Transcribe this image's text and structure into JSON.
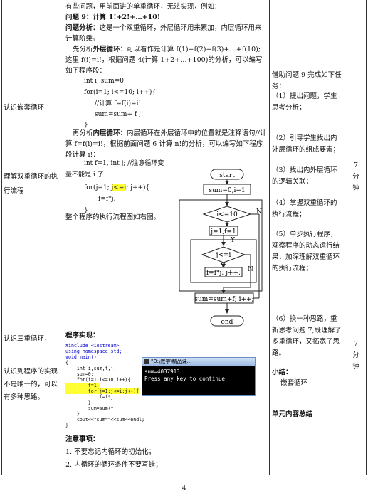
{
  "left_col": {
    "item1": "认识嵌套循环",
    "item2": "理解双重循环的执行流程",
    "item3": "认识三重循环，",
    "item4": "认识到程序的实现不是唯一的，可以有多种思路。"
  },
  "main": {
    "intro": "有些问题，用前面讲的单重循环，无法实现，例如：",
    "problem9": "问题 9：计算 1!+2!+…+10!",
    "analysis_label": "问题分析：",
    "analysis": "这是一个双重循环，外层循环用来累加，内层循环用来计算阶乘。",
    "outer_p1": "先分析",
    "outer_bold": "外层循环",
    "outer_p2": "：可以看作是计算 f(1)+f(2)+f(3)+…+f(10);这里 f(i)=i!，根据问题 4(计算 1+2+…+100)的分析，可以编写如下程序段：",
    "code1": [
      "int i, sum=0;",
      "for(i=1; i<=10; i++){",
      "//计算 f=f(i)=i!",
      "sum=sum+ f ;",
      "}"
    ],
    "inner_p1": "再分析",
    "inner_bold": "内层循环",
    "inner_p2": "：内层循环在外层循环中的位置就是注释语句//计算 f=f(i)=i!，根据前面问题 6 计算 n!的分析，可以编写如下程序段计算 i!：",
    "code2_line1": "int  f=1,  int  j;   //注意循环变",
    "code2_line2": "量不能是 i 了",
    "code2_for_a": "for(j=1; ",
    "code2_for_hl": "j<=i",
    "code2_for_b": "; j++){",
    "code2_body": "f=f*j;",
    "code2_close": "}",
    "flow_note": "整个程序的执行流程图如右图。",
    "impl_label": "程序实现：",
    "code3": [
      "#include <iostream>",
      "using namespace std;",
      "void main()",
      "{",
      "    int i,sum,f,j;",
      "    sum=0;",
      "    for(i=1;i<=10;i++){",
      "        f=1;",
      "        for(j=1;j<=i;j++){",
      "            f=f*j;",
      "        }",
      "        sum=sum+f;",
      "    }",
      "    cout<<\"sum=\"<<sum<<endl;",
      "}"
    ],
    "console": {
      "title": "\"D:\\教学\\精品课...",
      "line1": "sum=4037913",
      "line2": "Press any key to continue"
    },
    "notes_label": "注意事项：",
    "note1": "1.  不要忘记内循环的初始化；",
    "note2": "2.  内循环的循环条件不要写错；"
  },
  "flowchart": {
    "start": "start",
    "init": "sum=0,i=1",
    "cond_outer": "i<=10",
    "init_inner": "j=1,f=1",
    "y1": "Y",
    "cond_inner": "j<=i",
    "y2": "Y",
    "body_inner": "f=f*j; j++;",
    "n_inner": "N",
    "body_outer": "sum=sum+f; i++;",
    "n_outer": "N",
    "end": "end"
  },
  "right_col": {
    "p1": "借助问题 9 完成如下任务：",
    "p2": "（1）提出问题，学生思考分析；",
    "p3": "（2）引导学生找出内外层循环的组成要素；",
    "p4": "（3）找出内外层循环的逻辑关联；",
    "p5": "（4）掌握双重循环的执行流程；",
    "p6": "（5）单步执行程序，观察程序的动态运行结果，加深理解双重循环的执行流程；",
    "p7": "（6）换一种思路，重新思考问题 7,既理解了多重循环，又拓宽了思路。",
    "summary_label": "小结：",
    "summary": "嵌套循环",
    "unit_summary": "单元内容总结"
  },
  "time_col": {
    "t1": "7",
    "t1b": "分",
    "t1c": "钟",
    "t2": "7",
    "t2b": "分",
    "t2c": "钟"
  },
  "page_number": "4"
}
